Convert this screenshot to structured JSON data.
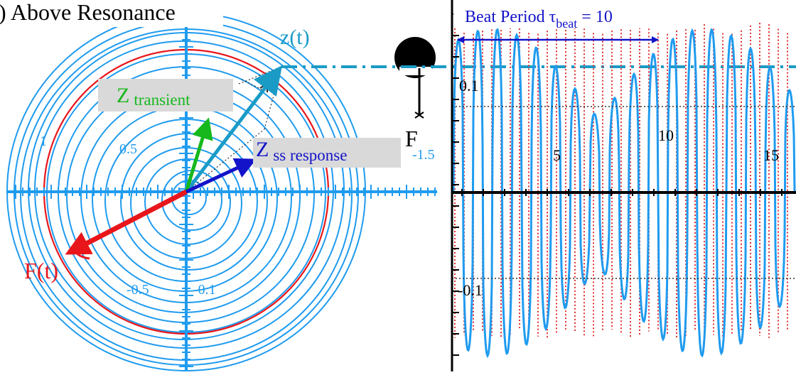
{
  "title": ") Above Resonance",
  "phasor": {
    "z_t_label": "z(t)",
    "z_transient_main": "Z",
    "z_transient_sub": "transient",
    "z_ss_main": "Z",
    "z_ss_sub": "ss response",
    "force_label": "F(t)",
    "axis_labels": [
      "0.5",
      "1",
      "-0.5",
      "-0.1",
      "-1.5"
    ]
  },
  "mass": {
    "force_label": "F"
  },
  "timeplot": {
    "beat_main": "Beat Period τ",
    "beat_sub": "beat",
    "beat_tail": " = 10",
    "y_tick_labels": [
      "0.1",
      "-0.1"
    ],
    "x_tick_labels": [
      "5",
      "10",
      "15"
    ]
  },
  "colors": {
    "blue_light": "#1f9bef",
    "teal": "#1a9bc6",
    "red": "#e8161b",
    "green": "#16b81c",
    "navy": "#1313c9",
    "black": "#000000",
    "label_box": "#d9d9d9",
    "dotted_red": "#e03030"
  }
}
